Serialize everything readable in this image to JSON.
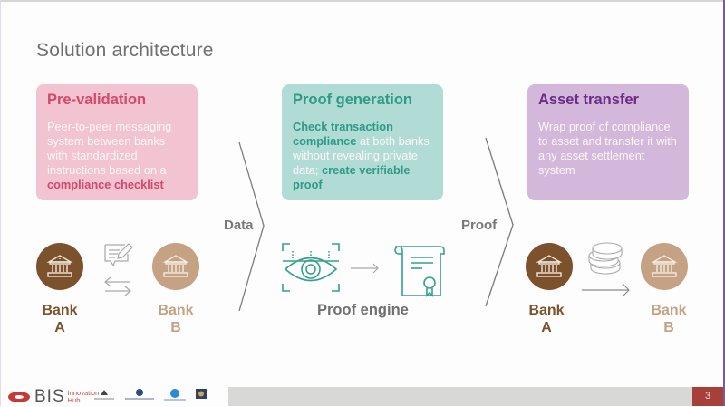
{
  "slide": {
    "title": "Solution architecture",
    "page_number": "3"
  },
  "cards": [
    {
      "title": "Pre-validation",
      "body_parts": [
        {
          "text": "Peer-to-peer messaging system between banks with standardized instructions based on a ",
          "bold": false
        },
        {
          "text": "compliance checklist",
          "bold": true
        }
      ],
      "accent": "#d4496b",
      "background": "#f2c3d1"
    },
    {
      "title": "Proof generation",
      "body_parts": [
        {
          "text": "Check transaction compliance",
          "bold": true
        },
        {
          "text": " at both banks without revealing private data; ",
          "bold": false
        },
        {
          "text": "create verifiable proof",
          "bold": true
        }
      ],
      "accent": "#2f9a87",
      "background": "#b1dcd5"
    },
    {
      "title": "Asset transfer",
      "body_parts": [
        {
          "text": "Wrap proof of compliance to asset and transfer it with any asset settlement system",
          "bold": false
        }
      ],
      "accent": "#6a2c86",
      "background": "#d4b8db"
    }
  ],
  "steps": {
    "data_label": "Data",
    "proof_label": "Proof"
  },
  "prevalidation_diagram": {
    "bank_a": {
      "line1": "Bank",
      "line2": "A"
    },
    "bank_b": {
      "line1": "Bank",
      "line2": "B"
    },
    "icons": [
      "bank-icon",
      "message-edit-icon",
      "exchange-arrows-icon",
      "bank-icon"
    ]
  },
  "proof_engine": {
    "label": "Proof engine",
    "icons": [
      "eye-scan-icon",
      "arrow-right-icon",
      "certificate-icon"
    ]
  },
  "transfer_diagram": {
    "bank_a": {
      "line1": "Bank",
      "line2": "A"
    },
    "bank_b": {
      "line1": "Bank",
      "line2": "B"
    },
    "icons": [
      "bank-icon",
      "coins-icon",
      "arrow-right-icon",
      "bank-icon"
    ]
  },
  "footer": {
    "logo_main": "BIS",
    "logo_sub_line1": "Innovation",
    "logo_sub_line2": "Hub",
    "partner_logos": [
      "central-bank-logo-1",
      "central-bank-logo-2",
      "bank-of-korea-logo",
      "central-bank-logo-4"
    ]
  },
  "colors": {
    "bank_a": "#7c522c",
    "bank_b": "#c4a283",
    "page_badge": "#a8403a"
  }
}
